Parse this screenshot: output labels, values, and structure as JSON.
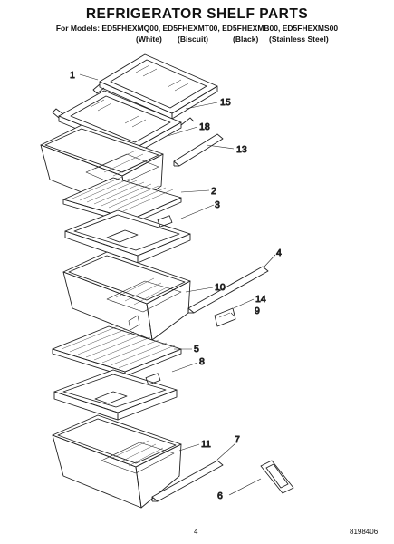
{
  "header": {
    "title": "REFRIGERATOR SHELF PARTS",
    "models_line": "For Models: ED5FHEXMQ00, ED5FHEXMT00, ED5FHEXMB00, ED5FHEXMS00",
    "finishes": [
      "(White)",
      "(Biscuit)",
      "(Black)",
      "(Stainless Steel)"
    ]
  },
  "callouts": [
    "1",
    "15",
    "18",
    "13",
    "2",
    "3",
    "4",
    "10",
    "14",
    "9",
    "5",
    "8",
    "11",
    "7",
    "6"
  ],
  "footer": {
    "page_number": "4",
    "doc_number": "8198406"
  }
}
